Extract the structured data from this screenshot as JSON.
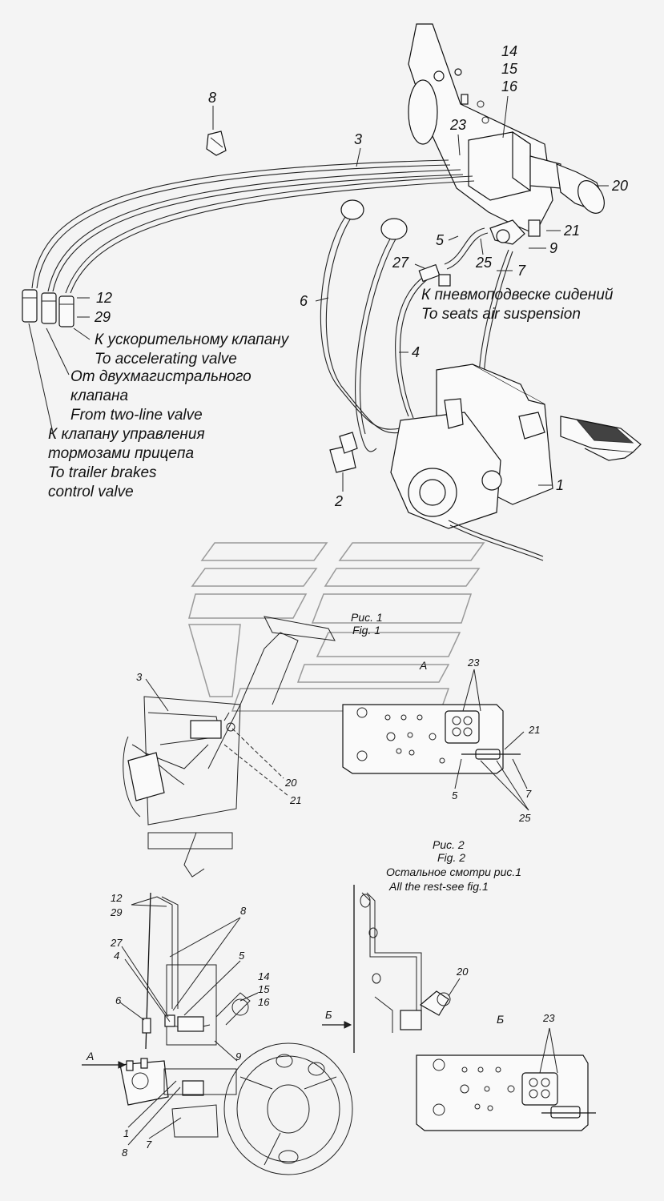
{
  "figure1": {
    "caption_ru": "Рис. 1",
    "caption_en": "Fig. 1",
    "callouts": [
      "8",
      "3",
      "14",
      "15",
      "16",
      "23",
      "20",
      "21",
      "9",
      "7",
      "25",
      "5",
      "27",
      "6",
      "4",
      "12",
      "29",
      "1",
      "2"
    ],
    "annotations": {
      "seats_ru": "К пневмоподвеске сидений",
      "seats_en": "To seats air suspension",
      "accel_ru": "К ускорительному клапану",
      "accel_en": "To accelerating valve",
      "twoline_ru_1": "От двухмагистрального",
      "twoline_ru_2": "клапана",
      "twoline_en": "From two-line valve",
      "trailer_ru_1": "К клапану управления",
      "trailer_ru_2": "тормозами прицепа",
      "trailer_en_1": "To trailer brakes",
      "trailer_en_2": "control valve"
    }
  },
  "figure2": {
    "caption_ru": "Рис. 2",
    "caption_en": "Fig. 2",
    "note_ru": "Остальное смотри рис.1",
    "note_en": "All the rest-see fig.1",
    "view_label": "А",
    "callouts": [
      "23",
      "21",
      "5",
      "7",
      "25"
    ]
  },
  "view_left": {
    "callouts": [
      "3",
      "20",
      "21"
    ]
  },
  "view_bottom_left": {
    "callouts": [
      "12",
      "29",
      "8",
      "27",
      "4",
      "5",
      "14",
      "15",
      "16",
      "6",
      "9",
      "1",
      "8",
      "7"
    ],
    "arrow_label": "А"
  },
  "view_bottom_right": {
    "arrow_label": "Б",
    "view_label": "Б",
    "callouts": [
      "20",
      "23"
    ]
  }
}
